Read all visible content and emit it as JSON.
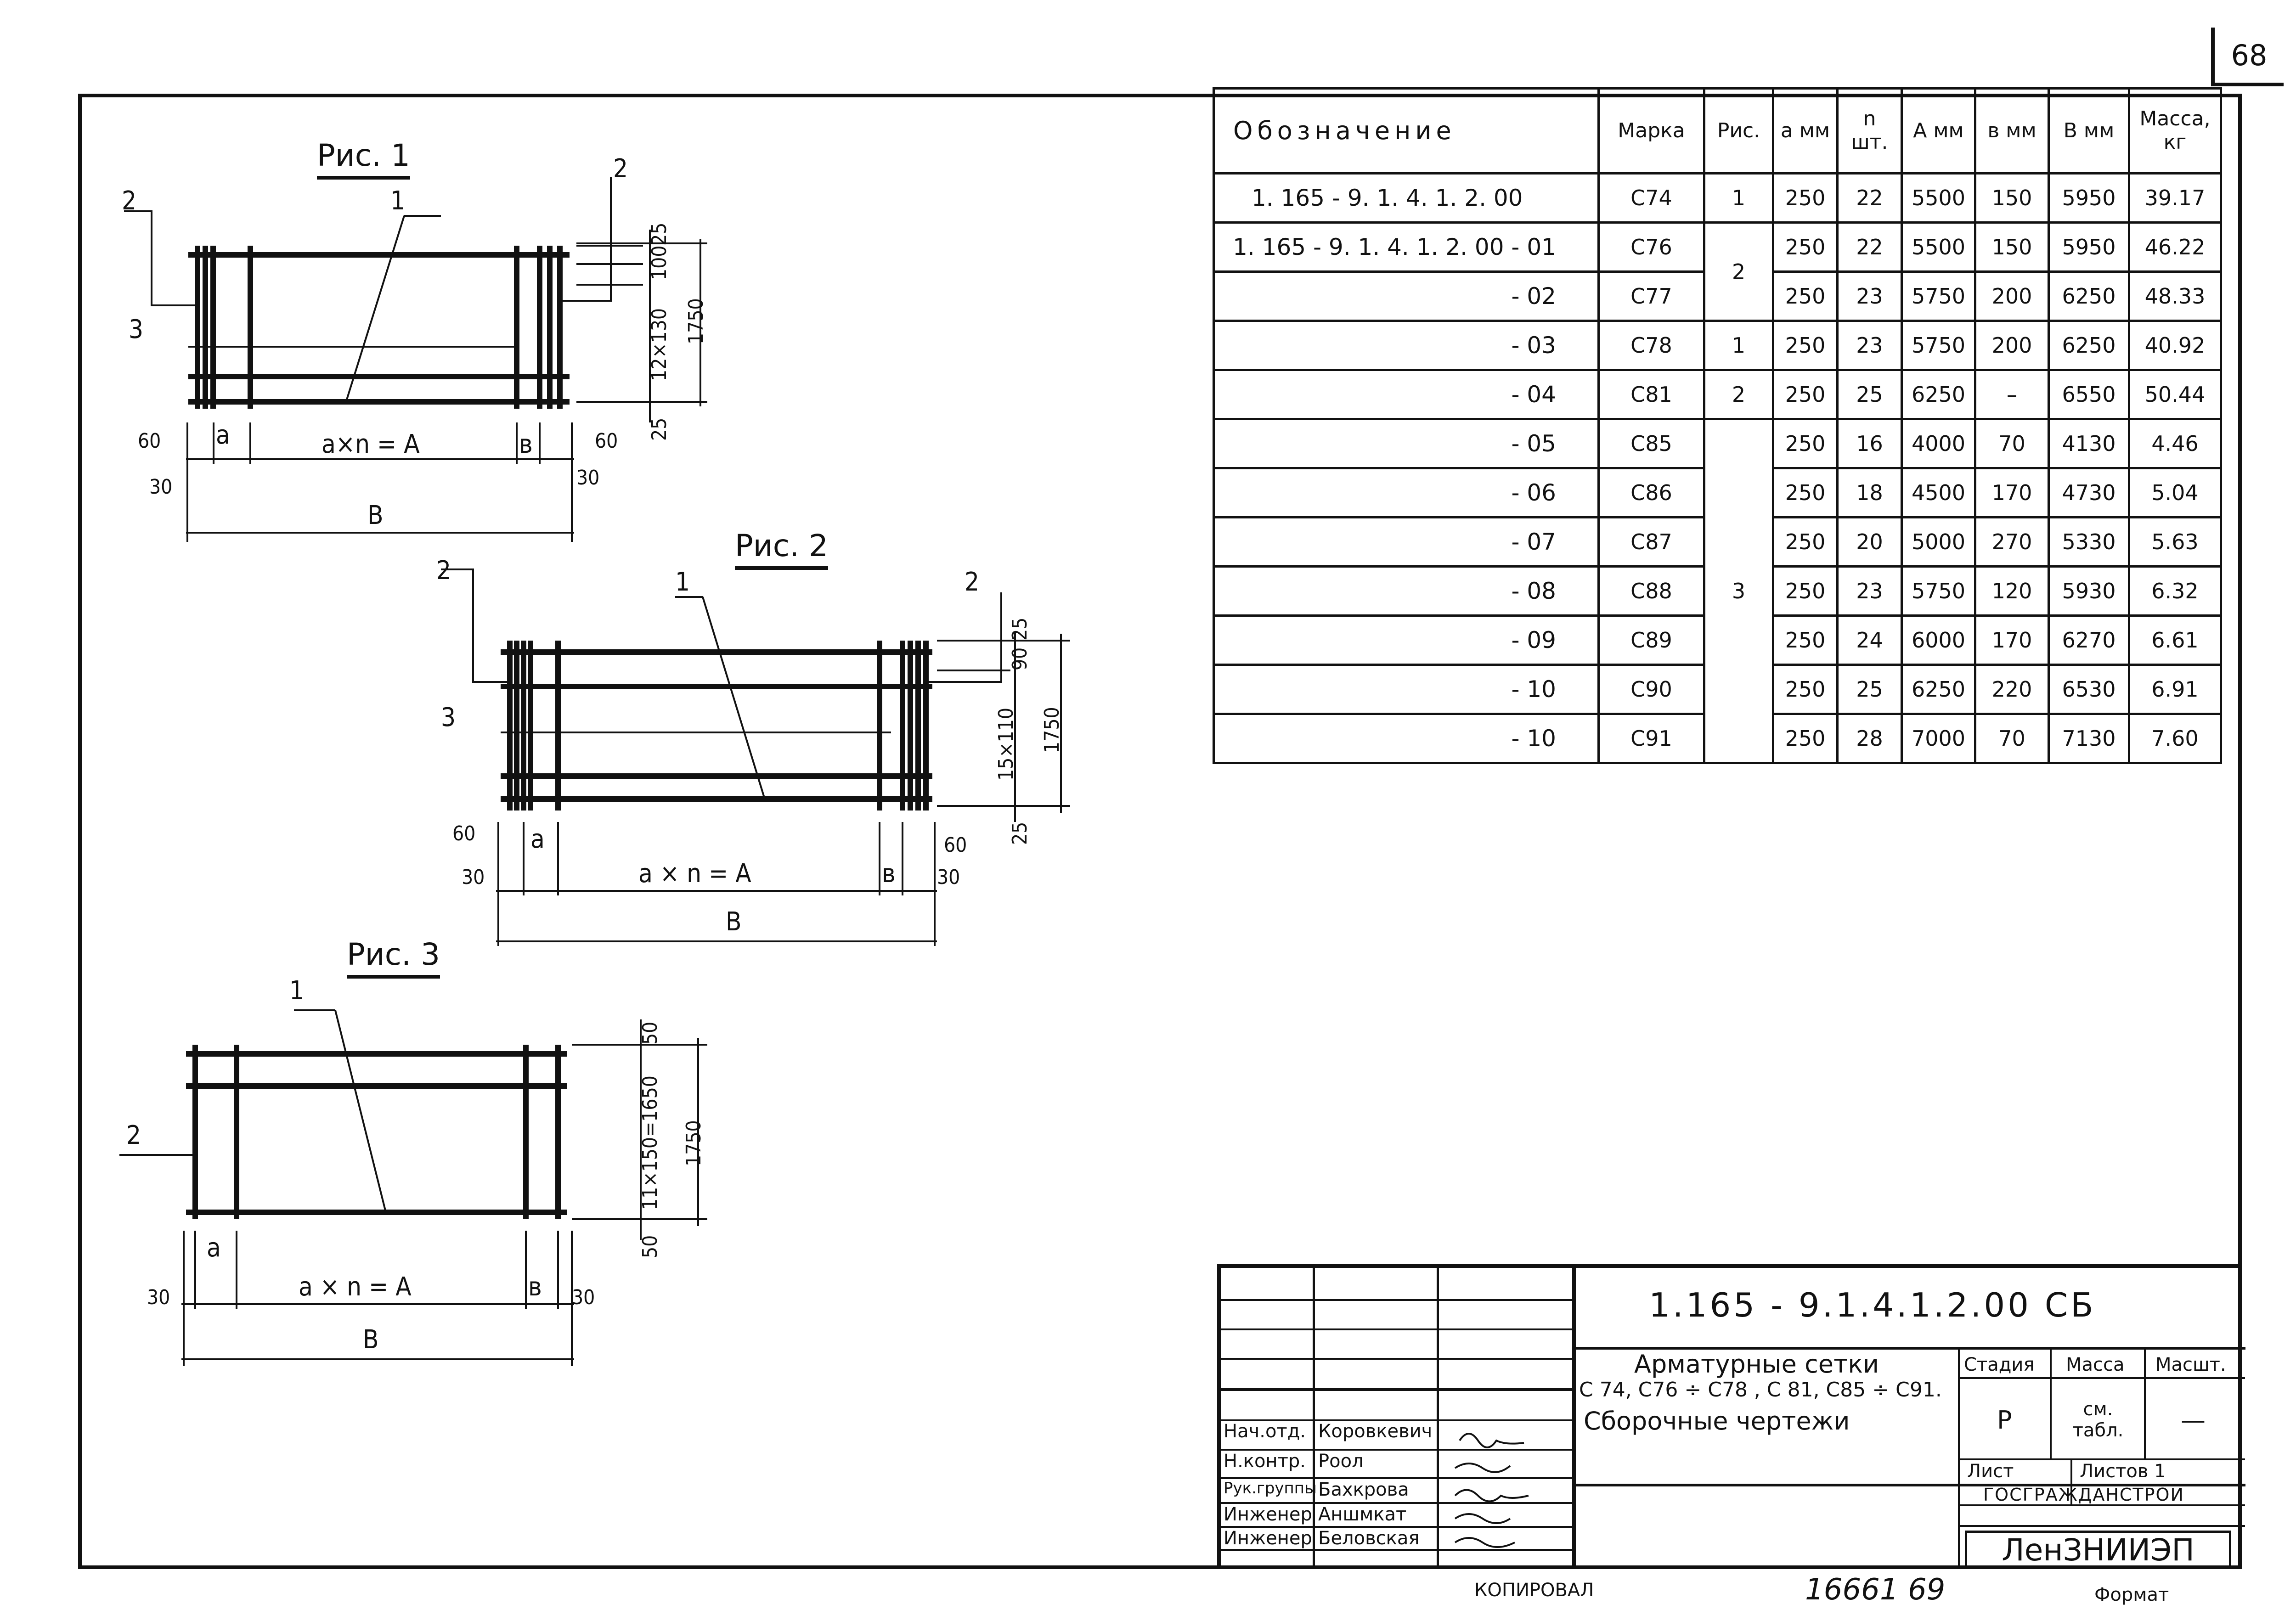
{
  "sheet_number": "68",
  "figures": {
    "fig1": {
      "title": "Рис. 1",
      "pos1": "1",
      "pos2a": "2",
      "pos2b": "2",
      "pos3": "3",
      "d60a": "60",
      "d30a": "30",
      "da": "a",
      "formula": "a×n = A",
      "db": "в",
      "d60b": "60",
      "d30b": "30",
      "dB": "B",
      "v25a": "25",
      "v100": "100",
      "v12x130": "12×130",
      "v1750": "1750",
      "v25b": "25"
    },
    "fig2": {
      "title": "Рис. 2",
      "pos1": "1",
      "pos2a": "2",
      "pos2b": "2",
      "pos3": "3",
      "d60a": "60",
      "d30a": "30",
      "da": "a",
      "formula": "a × n = A",
      "db": "в",
      "d60b": "60",
      "d30b": "30",
      "dB": "B",
      "v25a": "25",
      "v90": "90",
      "v15x110": "15×110",
      "v1750": "1750",
      "v25b": "25"
    },
    "fig3": {
      "title": "Рис. 3",
      "pos1": "1",
      "pos2": "2",
      "d30a": "30",
      "da": "a",
      "formula": "a × n = A",
      "db": "в",
      "d30b": "30",
      "dB": "B",
      "v50a": "50",
      "v11x150": "11×150=1650",
      "v1750": "1750",
      "v50b": "50"
    }
  },
  "spec_table": {
    "headers": [
      "Обозначение",
      "Марка",
      "Рис.",
      "a мм",
      "n шт.",
      "A мм",
      "в мм",
      "B мм",
      "Масса, кг"
    ],
    "rows": [
      {
        "desig": "1. 165 - 9. 1. 4. 1. 2. 00",
        "marka": "С74",
        "ris": "1",
        "a": "250",
        "n": "22",
        "A": "5500",
        "v": "150",
        "B": "5950",
        "mass": "39.17"
      },
      {
        "desig": "1. 165 - 9. 1. 4. 1. 2. 00 - 01",
        "marka": "С76",
        "ris": "2",
        "a": "250",
        "n": "22",
        "A": "5500",
        "v": "150",
        "B": "5950",
        "mass": "46.22"
      },
      {
        "desig": "- 02",
        "marka": "С77",
        "ris": "",
        "a": "250",
        "n": "23",
        "A": "5750",
        "v": "200",
        "B": "6250",
        "mass": "48.33"
      },
      {
        "desig": "- 03",
        "marka": "С78",
        "ris": "1",
        "a": "250",
        "n": "23",
        "A": "5750",
        "v": "200",
        "B": "6250",
        "mass": "40.92"
      },
      {
        "desig": "- 04",
        "marka": "С81",
        "ris": "2",
        "a": "250",
        "n": "25",
        "A": "6250",
        "v": "–",
        "B": "6550",
        "mass": "50.44"
      },
      {
        "desig": "- 05",
        "marka": "С85",
        "ris": "3",
        "a": "250",
        "n": "16",
        "A": "4000",
        "v": "70",
        "B": "4130",
        "mass": "4.46"
      },
      {
        "desig": "- 06",
        "marka": "С86",
        "ris": "",
        "a": "250",
        "n": "18",
        "A": "4500",
        "v": "170",
        "B": "4730",
        "mass": "5.04"
      },
      {
        "desig": "- 07",
        "marka": "С87",
        "ris": "",
        "a": "250",
        "n": "20",
        "A": "5000",
        "v": "270",
        "B": "5330",
        "mass": "5.63"
      },
      {
        "desig": "- 08",
        "marka": "С88",
        "ris": "",
        "a": "250",
        "n": "23",
        "A": "5750",
        "v": "120",
        "B": "5930",
        "mass": "6.32"
      },
      {
        "desig": "- 09",
        "marka": "С89",
        "ris": "",
        "a": "250",
        "n": "24",
        "A": "6000",
        "v": "170",
        "B": "6270",
        "mass": "6.61"
      },
      {
        "desig": "- 10",
        "marka": "С90",
        "ris": "",
        "a": "250",
        "n": "25",
        "A": "6250",
        "v": "220",
        "B": "6530",
        "mass": "6.91"
      },
      {
        "desig": "- 10",
        "marka": "С91",
        "ris": "",
        "a": "250",
        "n": "28",
        "A": "7000",
        "v": "70",
        "B": "7130",
        "mass": "7.60"
      }
    ]
  },
  "title_block": {
    "code": "1.165 - 9.1.4.1.2.00 СБ",
    "name_line1": "Арматурные сетки",
    "name_line2": "С 74, С76 ÷ С78 , С 81, С85 ÷ С91.",
    "name_line3": "Сборочные чертежи",
    "stage_label": "Стадия",
    "mass_label": "Масса",
    "scale_label": "Масшт.",
    "stage_value": "Р",
    "mass_value": "см. табл.",
    "scale_value": "—",
    "sheet_label": "Лист",
    "sheets_label": "Листов 1",
    "org_top": "ГОСГРАЖДАНСТРОЙ",
    "org": "ЛенЗНИИЭП",
    "staff": [
      {
        "role": "Нач.отд.",
        "name": "Коровкевич"
      },
      {
        "role": "Н.контр.",
        "name": "Роол"
      },
      {
        "role": "Рук.группы",
        "name": "Бахкрова"
      },
      {
        "role": "Инженер",
        "name": "Аншмкат"
      },
      {
        "role": "Инженер",
        "name": "Беловская"
      }
    ]
  },
  "footer": {
    "copied": "КОПИРОВАЛ",
    "number": "16661 69",
    "format": "Формат"
  }
}
